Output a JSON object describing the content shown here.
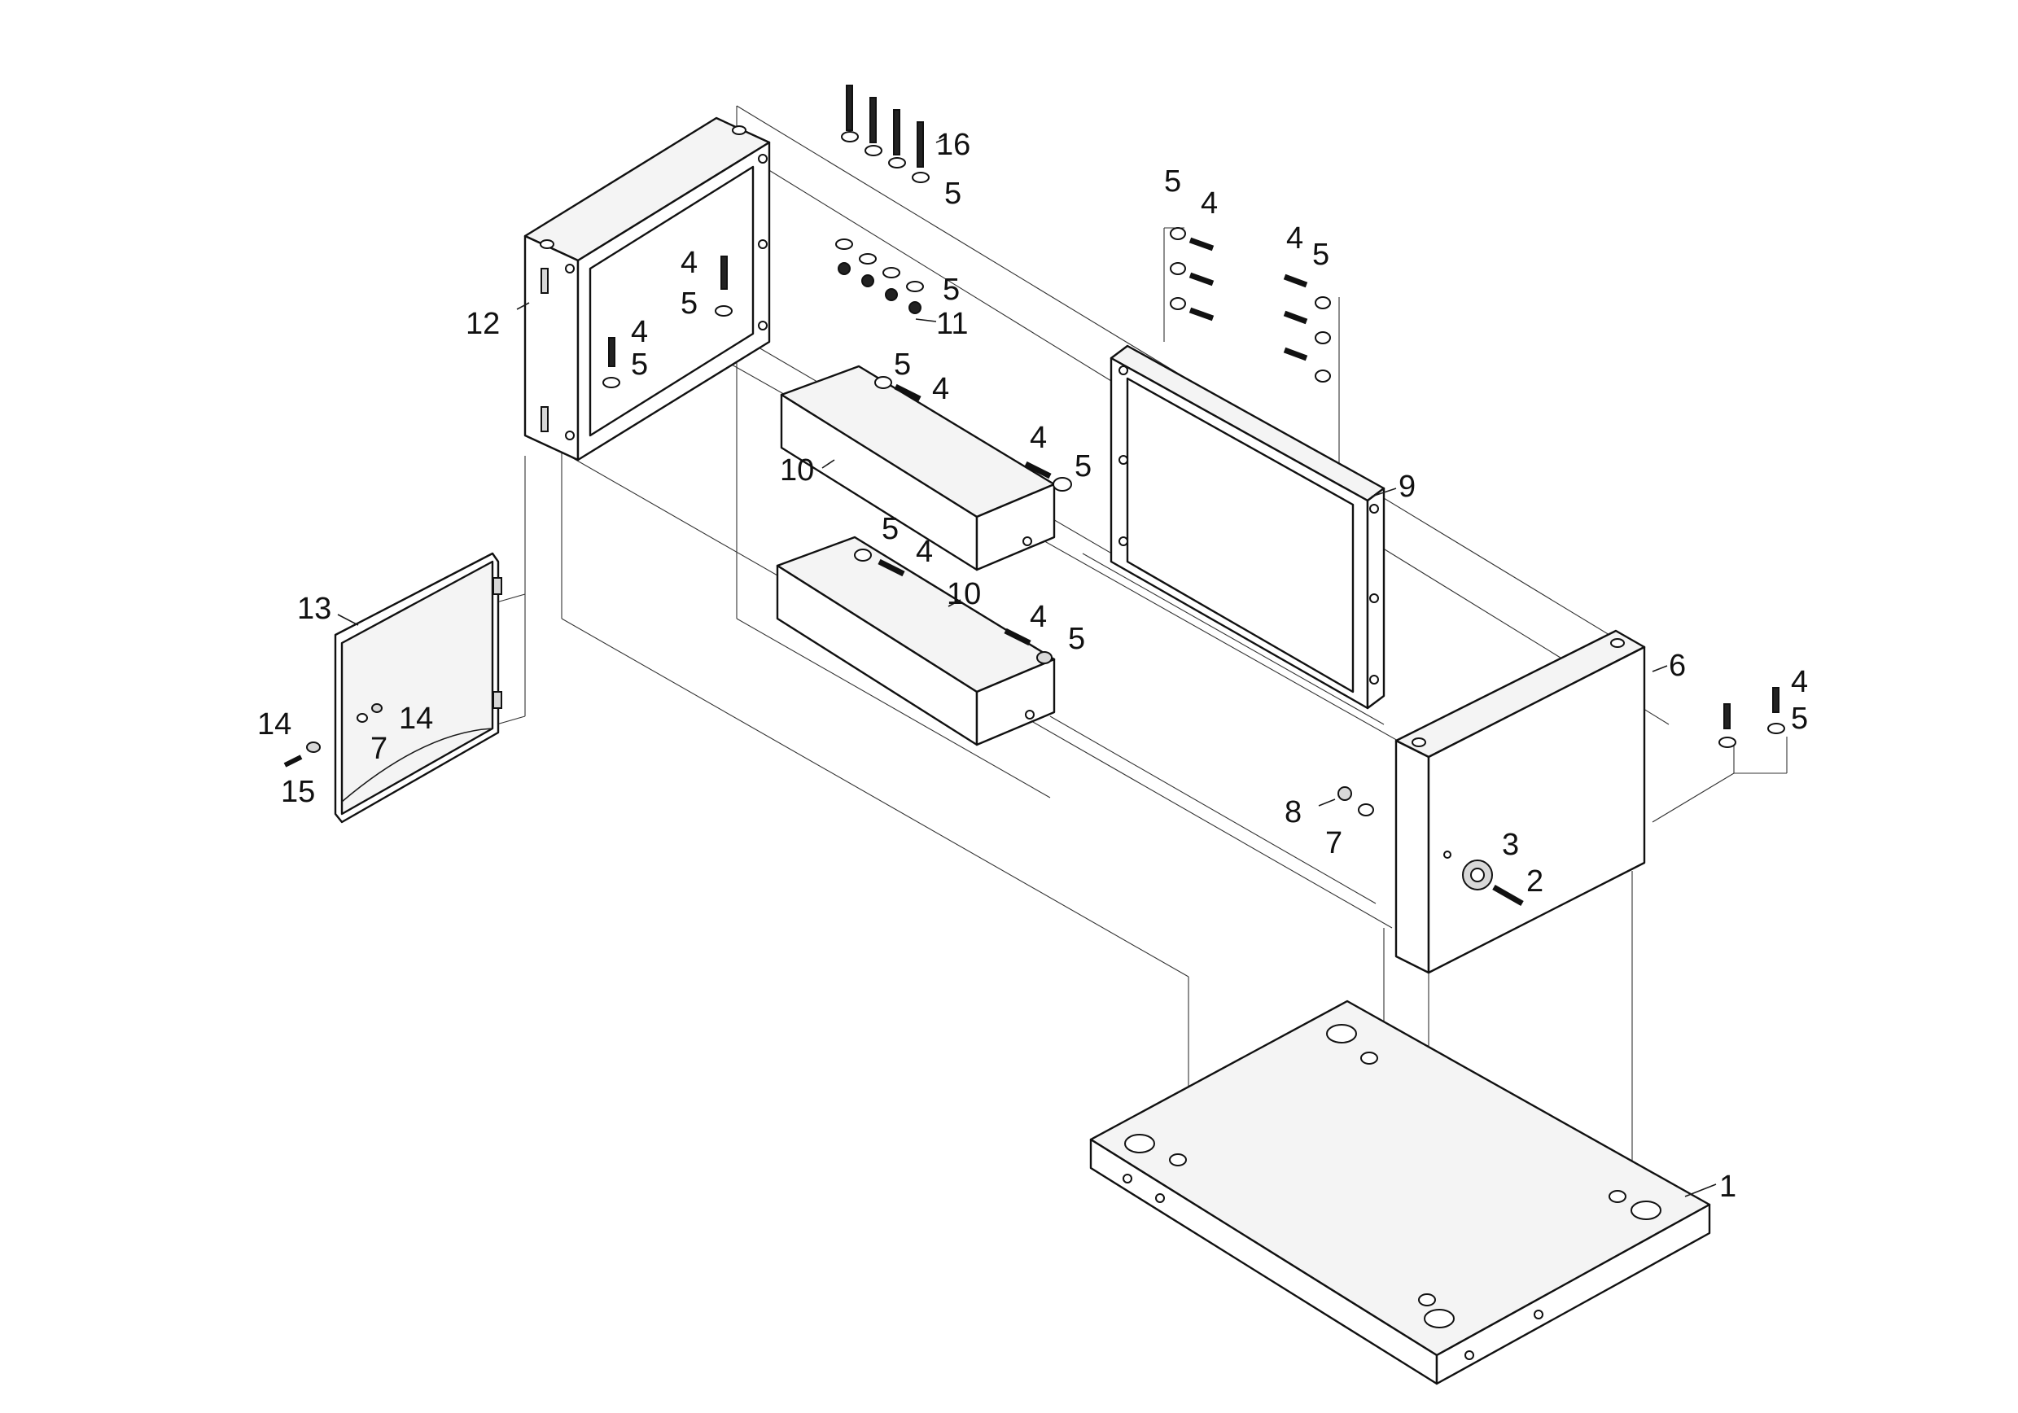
{
  "labels": {
    "p1": "1",
    "p2": "2",
    "p3": "3",
    "p4": "4",
    "p5": "5",
    "p6": "6",
    "p7": "7",
    "p8": "8",
    "p9": "9",
    "p10": "10",
    "p11": "11",
    "p12": "12",
    "p13": "13",
    "p14": "14",
    "p15": "15",
    "p16": "16"
  }
}
